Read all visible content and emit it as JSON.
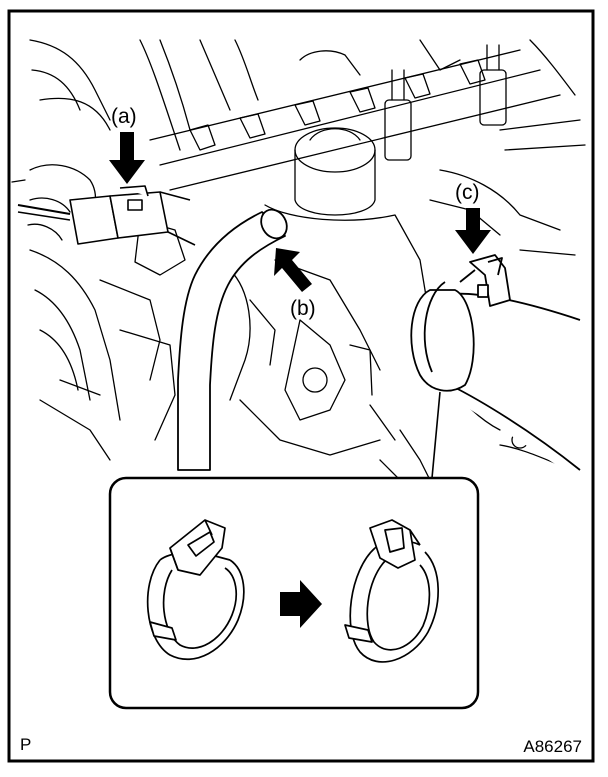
{
  "labels": {
    "a": "(a)",
    "b": "(b)",
    "c": "(c)"
  },
  "corner": {
    "left": "P",
    "right": "A86267"
  },
  "icons": {
    "callout_arrow": "solid-down-arrow",
    "transition_arrow": "bold-right-arrow"
  },
  "colors": {
    "line": "#000000",
    "background": "#ffffff"
  }
}
